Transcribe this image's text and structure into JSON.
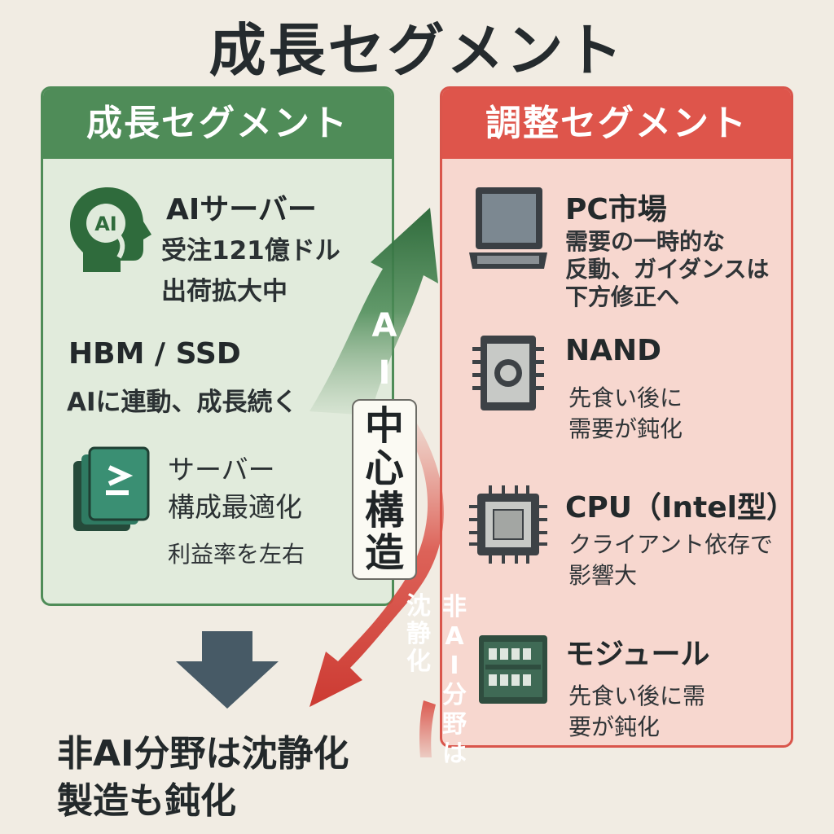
{
  "title": "成長セグメント",
  "growth": {
    "header": "成長セグメント",
    "ai_server": {
      "title": "AIサーバー",
      "line1": "受注121億ドル",
      "line2": "出荷拡大中",
      "icon_label": "AI"
    },
    "hbm": {
      "title": "HBM / SSD",
      "line1": "AIに連動、成長続く"
    },
    "server": {
      "title1": "サーバー",
      "title2": "構成最適化",
      "line1": "利益率を左右"
    }
  },
  "adjust": {
    "header": "調整セグメント",
    "pc": {
      "title": "PC市場",
      "line1": "需要の一時的な",
      "line2": "反動、ガイダンスは",
      "line3": "下方修正へ"
    },
    "nand": {
      "title": "NAND",
      "line1": "先食い後に",
      "line2": "需要が鈍化"
    },
    "cpu": {
      "title": "CPU（Intel型）",
      "line1": "クライアント依存で",
      "line2": "影響大"
    },
    "module": {
      "title": "モジュール",
      "line1": "先食い後に需",
      "line2": "要が鈍化"
    }
  },
  "center": {
    "ai_chars": [
      "A",
      "I"
    ],
    "box_chars": [
      "中",
      "心",
      "構",
      "造"
    ],
    "col1": [
      "沈",
      "静",
      "化"
    ],
    "col2": [
      "非",
      "A",
      "I",
      "分",
      "野",
      "は"
    ]
  },
  "bottom": {
    "line1": "非AI分野は沈静化",
    "line2": "製造も鈍化"
  },
  "colors": {
    "green": "#4f8c58",
    "red": "#de554b",
    "dark_green": "#2f6b3c",
    "slate": "#475a66"
  }
}
